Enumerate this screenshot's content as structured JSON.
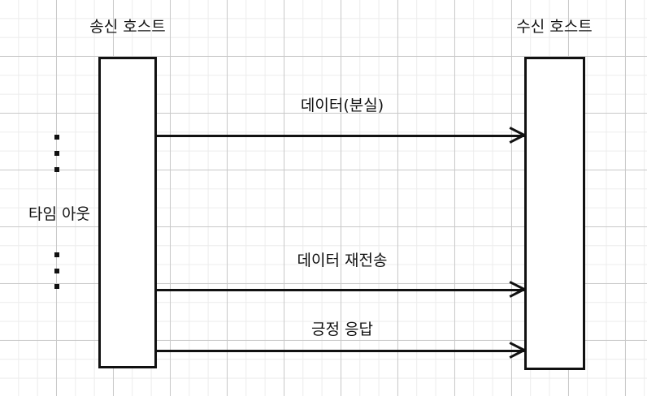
{
  "diagram": {
    "title_sender": "송신 호스트",
    "title_receiver": "수신 호스트",
    "timeout_label": "타임 아웃",
    "messages": [
      {
        "label": "데이터(분실)"
      },
      {
        "label": "데이터 재전송"
      },
      {
        "label": "긍정 응답"
      }
    ],
    "colors": {
      "stroke": "#111111",
      "background": "#ffffff",
      "grid_minor": "#ececec",
      "grid_major": "#c9c9c9"
    }
  }
}
